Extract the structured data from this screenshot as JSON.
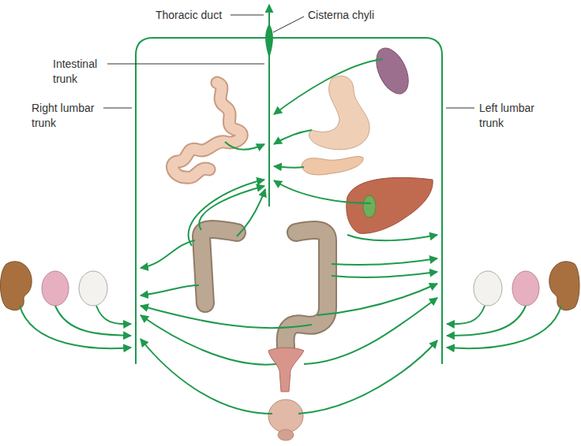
{
  "diagram": {
    "labels": [
      "Thoracic duct",
      "Cisterna chyli",
      "Intestinal trunk",
      "Right lumbar trunk",
      "Left lumbar trunk"
    ]
  }
}
